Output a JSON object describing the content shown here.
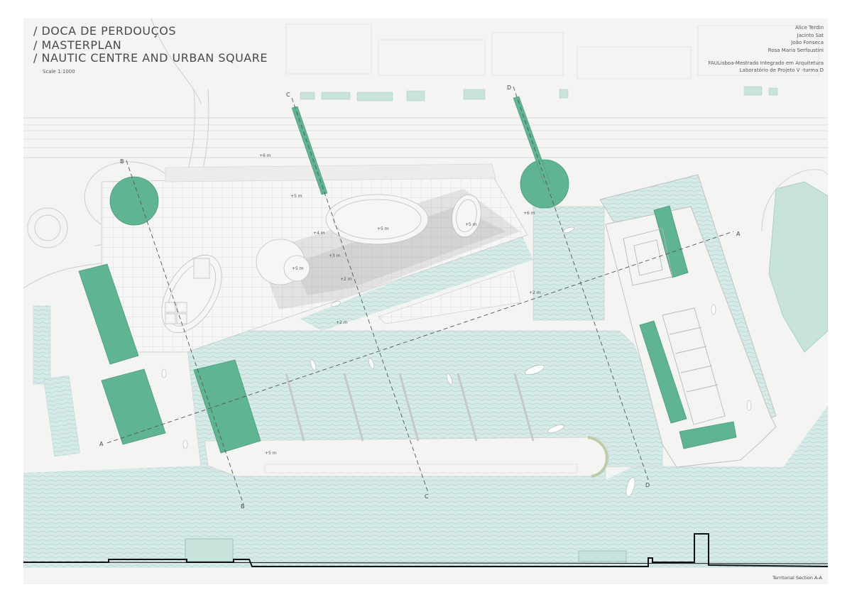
{
  "title": {
    "line1": "/ DOCA DE PERDOUÇOS",
    "line2": "/ MASTERPLAN",
    "line3": "/ NAUTIC CENTRE AND URBAN SQUARE",
    "scale": "Scale 1:1000"
  },
  "authors": [
    "Alice Terdin",
    "Jacinto Sat",
    "João Fonseca",
    "Rosa Maria Serfaustini"
  ],
  "institution": {
    "line1": "FAULisboa-Mestrado Integrado em Arquitetura",
    "line2": "Laboratório de Projeto V -turma D"
  },
  "level_marks": {
    "road": "+6 m",
    "plaza_top": "+5 m",
    "plaza_oval": "+5 m",
    "plaza_small_oval": "+5 m",
    "plaza_left_oval": "+5 m",
    "plaza_mid1": "+4 m",
    "plaza_mid2": "+3 m",
    "plaza_low": "+2 m",
    "quay_mid": "+2 m",
    "quay_right": "+2 m",
    "bridge_right": "+6 m",
    "breakwater": "+5 m"
  },
  "section_cuts": {
    "a": "A",
    "b": "B",
    "c": "C",
    "d": "D"
  },
  "section_caption": "Territorial Section A-A",
  "colors": {
    "water": "#d6ebe8",
    "water_line": "#b4d6d1",
    "building_green": "#5fb592",
    "building_light": "#c7e3dc",
    "ground": "#f4f4f3",
    "grid": "#d4d4d4",
    "plaza_dark": "#cacaca"
  }
}
